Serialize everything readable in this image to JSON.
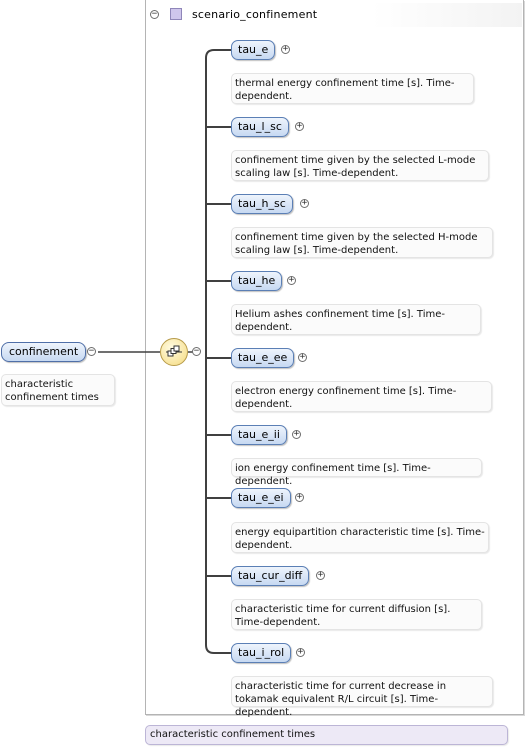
{
  "root": {
    "name": "confinement",
    "doc": "characteristic confinement times"
  },
  "group": {
    "type_name": "scenario_confinement",
    "doc": "characteristic confinement times"
  },
  "children": [
    {
      "name": "tau_e",
      "doc": "thermal energy confinement time [s]. Time-dependent."
    },
    {
      "name": "tau_l_sc",
      "doc": "confinement time given by the selected L-mode scaling law [s]. Time-dependent."
    },
    {
      "name": "tau_h_sc",
      "doc": "confinement time given by the selected H-mode scaling law [s]. Time-dependent."
    },
    {
      "name": "tau_he",
      "doc": "Helium ashes confinement time [s]. Time-dependent."
    },
    {
      "name": "tau_e_ee",
      "doc": "electron energy confinement time [s]. Time-dependent."
    },
    {
      "name": "tau_e_ii",
      "doc": "ion energy confinement time [s]. Time-dependent."
    },
    {
      "name": "tau_e_ei",
      "doc": "energy equipartition characteristic time [s]. Time-dependent."
    },
    {
      "name": "tau_cur_diff",
      "doc": "characteristic time for current diffusion [s]. Time-dependent."
    },
    {
      "name": "tau_i_rol",
      "doc": "characteristic time for current decrease in tokamak equivalent R/L circuit [s]. Time-dependent."
    }
  ]
}
